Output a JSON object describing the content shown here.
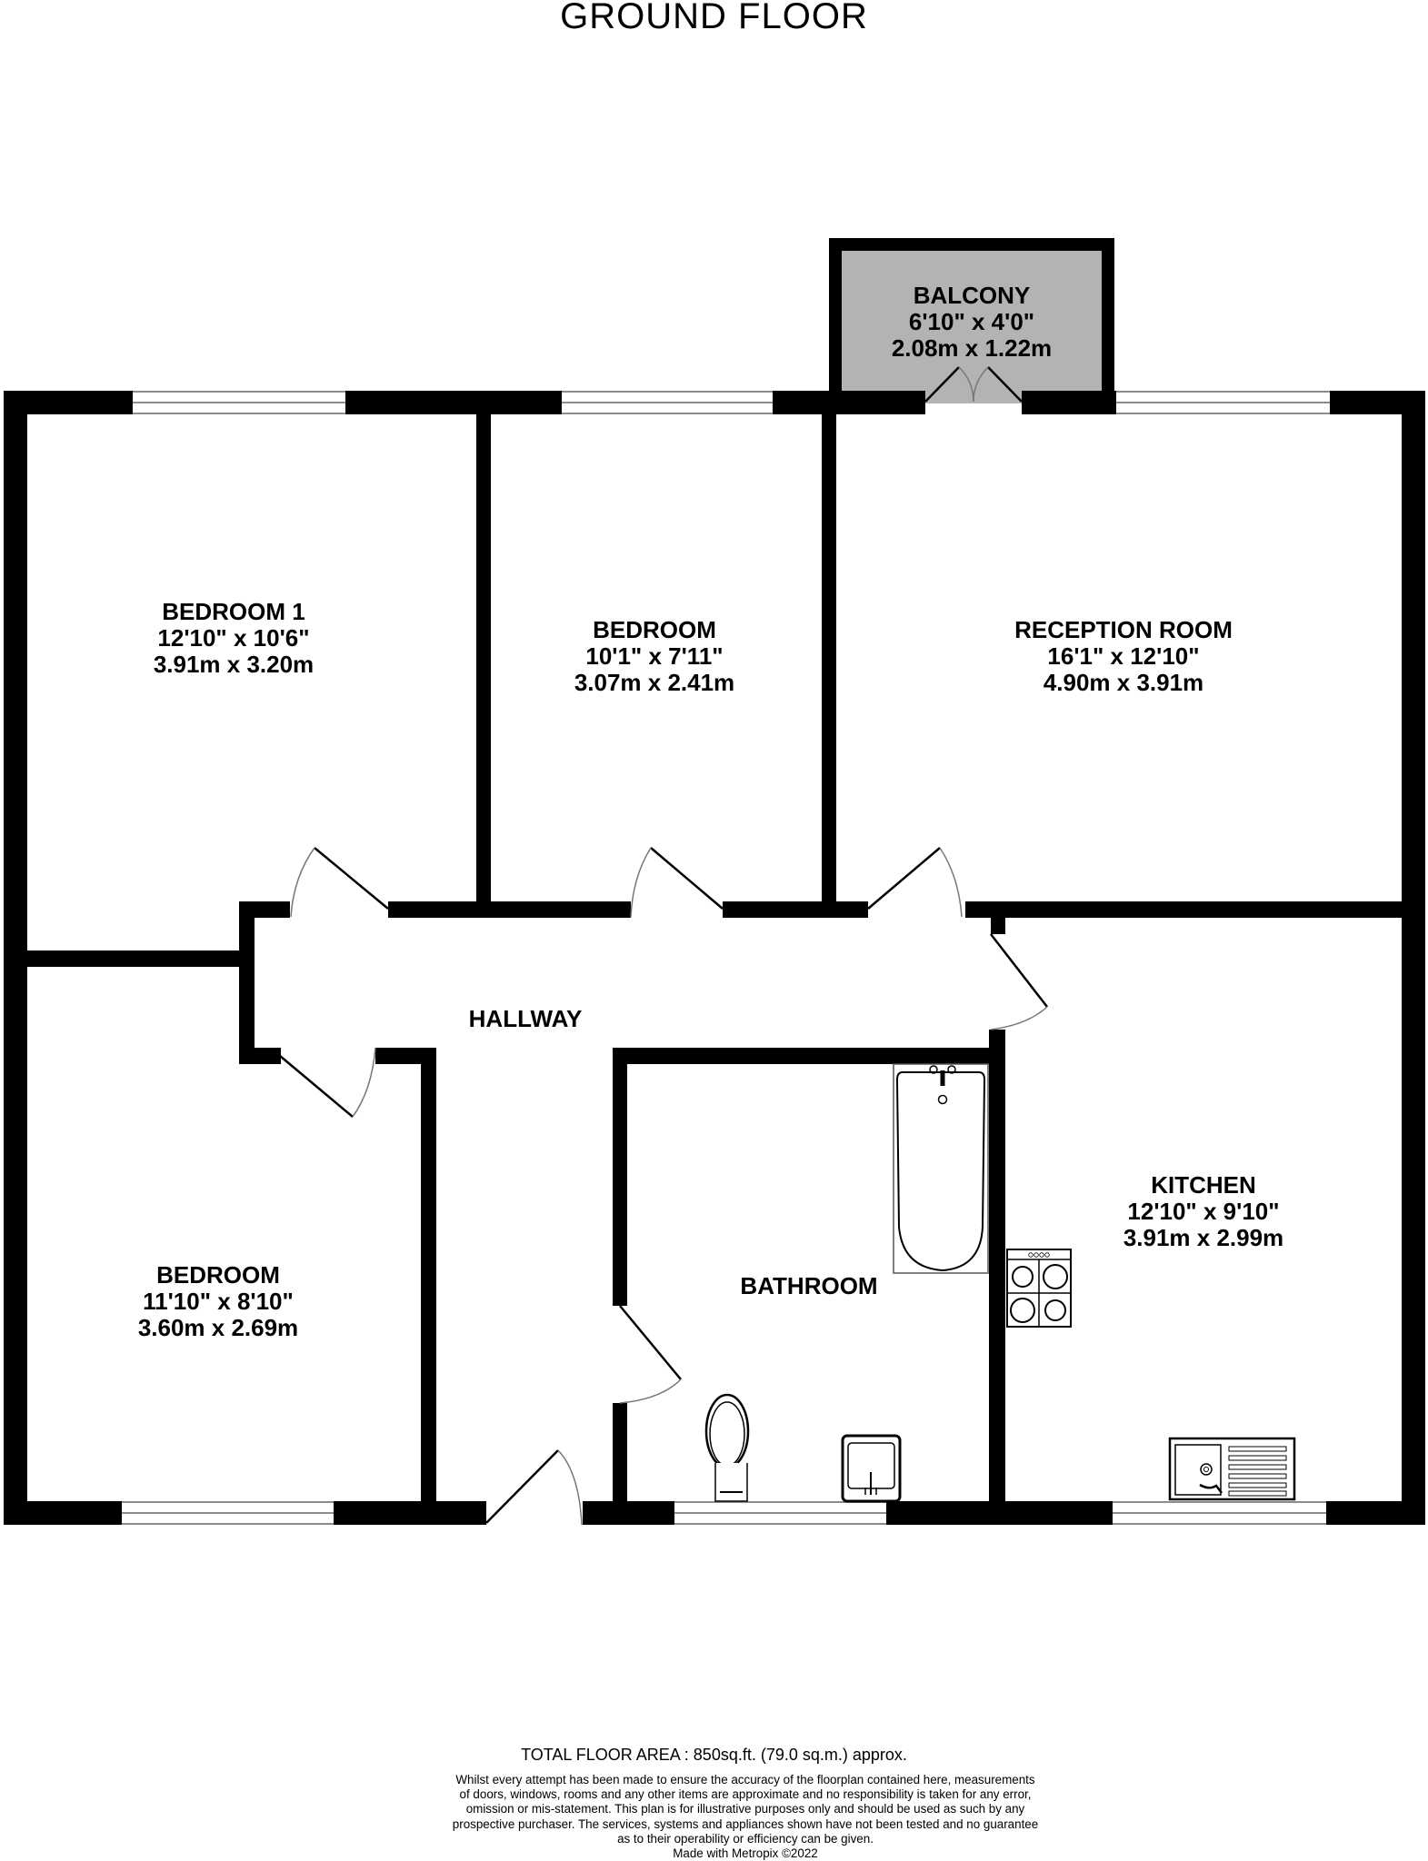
{
  "title": "GROUND FLOOR",
  "rooms": {
    "balcony": {
      "name": "BALCONY",
      "imperial": "6'10\"  x 4'0\"",
      "metric": "2.08m  x 1.22m"
    },
    "bedroom1": {
      "name": "BEDROOM 1",
      "imperial": "12'10\"  x 10'6\"",
      "metric": "3.91m  x 3.20m"
    },
    "bedroom2": {
      "name": "BEDROOM",
      "imperial": "10'1\"  x 7'11\"",
      "metric": "3.07m  x 2.41m"
    },
    "reception": {
      "name": "RECEPTION ROOM",
      "imperial": "16'1\"  x 12'10\"",
      "metric": "4.90m  x 3.91m"
    },
    "hallway": {
      "name": "HALLWAY"
    },
    "kitchen": {
      "name": "KITCHEN",
      "imperial": "12'10\"  x 9'10\"",
      "metric": "3.91m  x 2.99m"
    },
    "bedroom3": {
      "name": "BEDROOM",
      "imperial": "11'10\"  x 8'10\"",
      "metric": "3.60m  x 2.69m"
    },
    "bathroom": {
      "name": "BATHROOM"
    }
  },
  "fixtures": [
    "bath-icon",
    "hob-icon",
    "toilet-icon",
    "basin-icon",
    "kitchen-sink-icon"
  ],
  "colors": {
    "wall": "#000000",
    "balcony_fill": "#b3b3b3",
    "window_line": "#8c8c8c",
    "door_arc": "#777777"
  },
  "footer": {
    "total_area": "TOTAL FLOOR AREA : 850sq.ft. (79.0 sq.m.) approx.",
    "disclaimer": [
      "Whilst every attempt has been made to ensure the accuracy of the floorplan contained here, measurements",
      "of doors, windows, rooms and any other items are approximate and no responsibility is taken for any error,",
      "omission or mis-statement. This plan is for illustrative purposes only and should be used as such by any",
      "prospective purchaser. The services, systems and appliances shown have not been tested and no guarantee",
      "as to their operability or efficiency can be given."
    ],
    "credit": "Made with Metropix ©2022"
  }
}
